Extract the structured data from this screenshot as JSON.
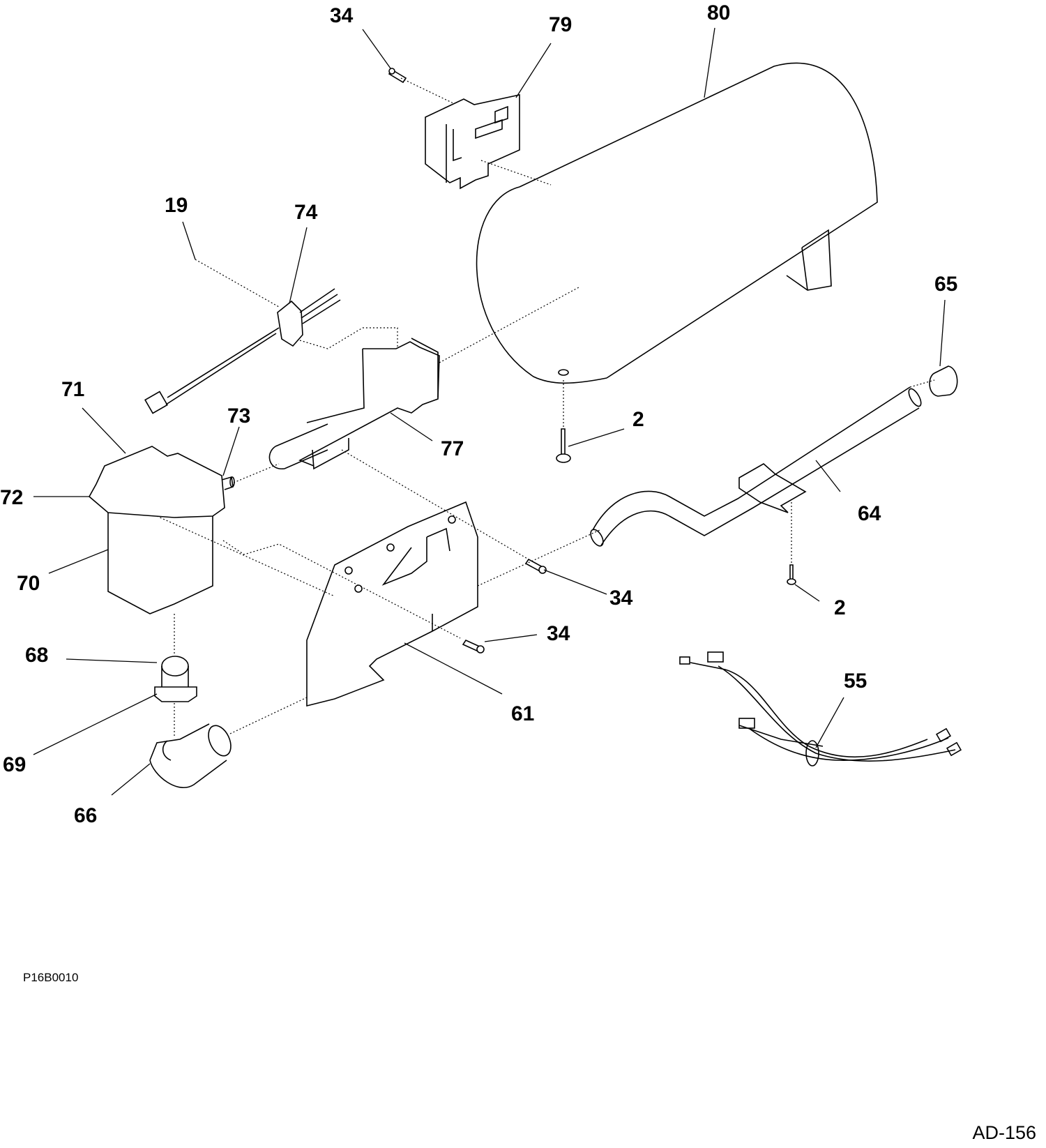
{
  "callouts": [
    "34",
    "79",
    "80",
    "19",
    "74",
    "65",
    "71",
    "73",
    "2",
    "77",
    "72",
    "64",
    "70",
    "34",
    "2",
    "34",
    "68",
    "55",
    "61",
    "69",
    "66"
  ],
  "drawing_code": "P16B0010",
  "sheet_code": "AD-156"
}
